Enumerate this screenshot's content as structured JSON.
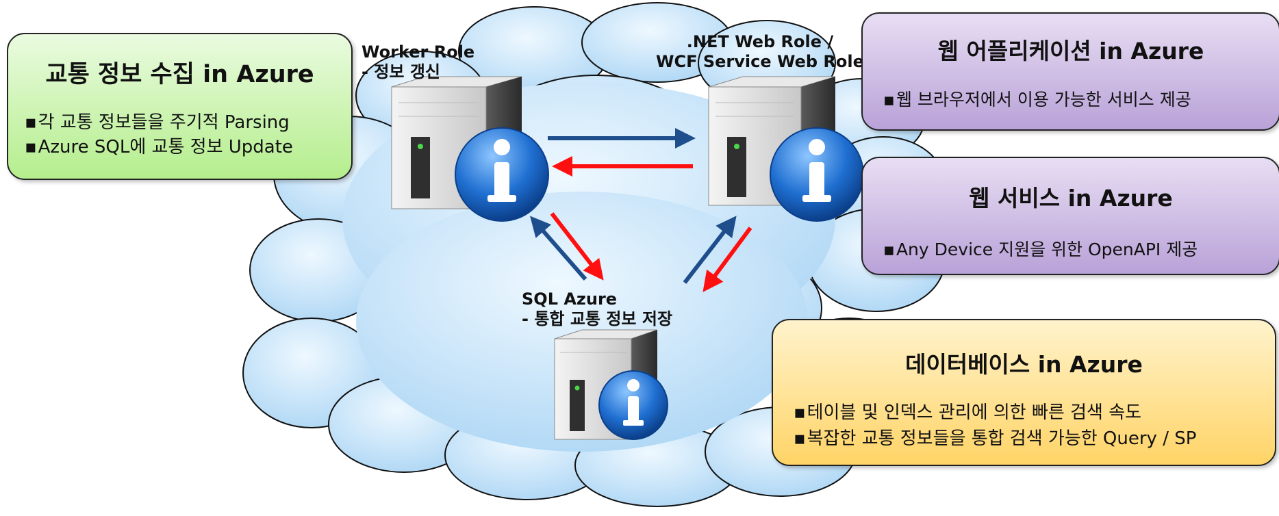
{
  "nodes": {
    "worker_role": {
      "line1": "Worker Role",
      "line2": "- 정보 갱신"
    },
    "web_role": {
      "line1": ".NET Web Role /",
      "line2": "WCF Service Web Role"
    },
    "sql_azure": {
      "line1": "SQL Azure",
      "line2": "- 통합 교통 정보 저장"
    }
  },
  "boxes": {
    "traffic": {
      "title": "교통 정보 수집 in Azure",
      "items": [
        "각 교통 정보들을 주기적 Parsing",
        "Azure SQL에 교통 정보 Update"
      ],
      "color": "#b5ee8d"
    },
    "webapp": {
      "title": "웹 어플리케이션 in Azure",
      "items": [
        "웹 브라우저에서 이용 가능한 서비스 제공"
      ],
      "color": "#b9a2d8"
    },
    "websvc": {
      "title": "웹 서비스 in Azure",
      "items": [
        "Any Device 지원을 위한 OpenAPI 제공"
      ],
      "color": "#b9a2d8"
    },
    "db": {
      "title": "데이터베이스 in Azure",
      "items": [
        "테이블 및 인덱스 관리에 의한 빠른 검색 속도",
        "복잡한 교통 정보들을 통합 검색 가능한 Query / SP"
      ],
      "color": "#ffd467"
    }
  },
  "colors": {
    "arrow_blue": "#1f4e8c",
    "arrow_red": "#ff1010",
    "cloud": "#cde6f8"
  },
  "icons": [
    "cloud-icon",
    "server-icon",
    "info-icon"
  ]
}
